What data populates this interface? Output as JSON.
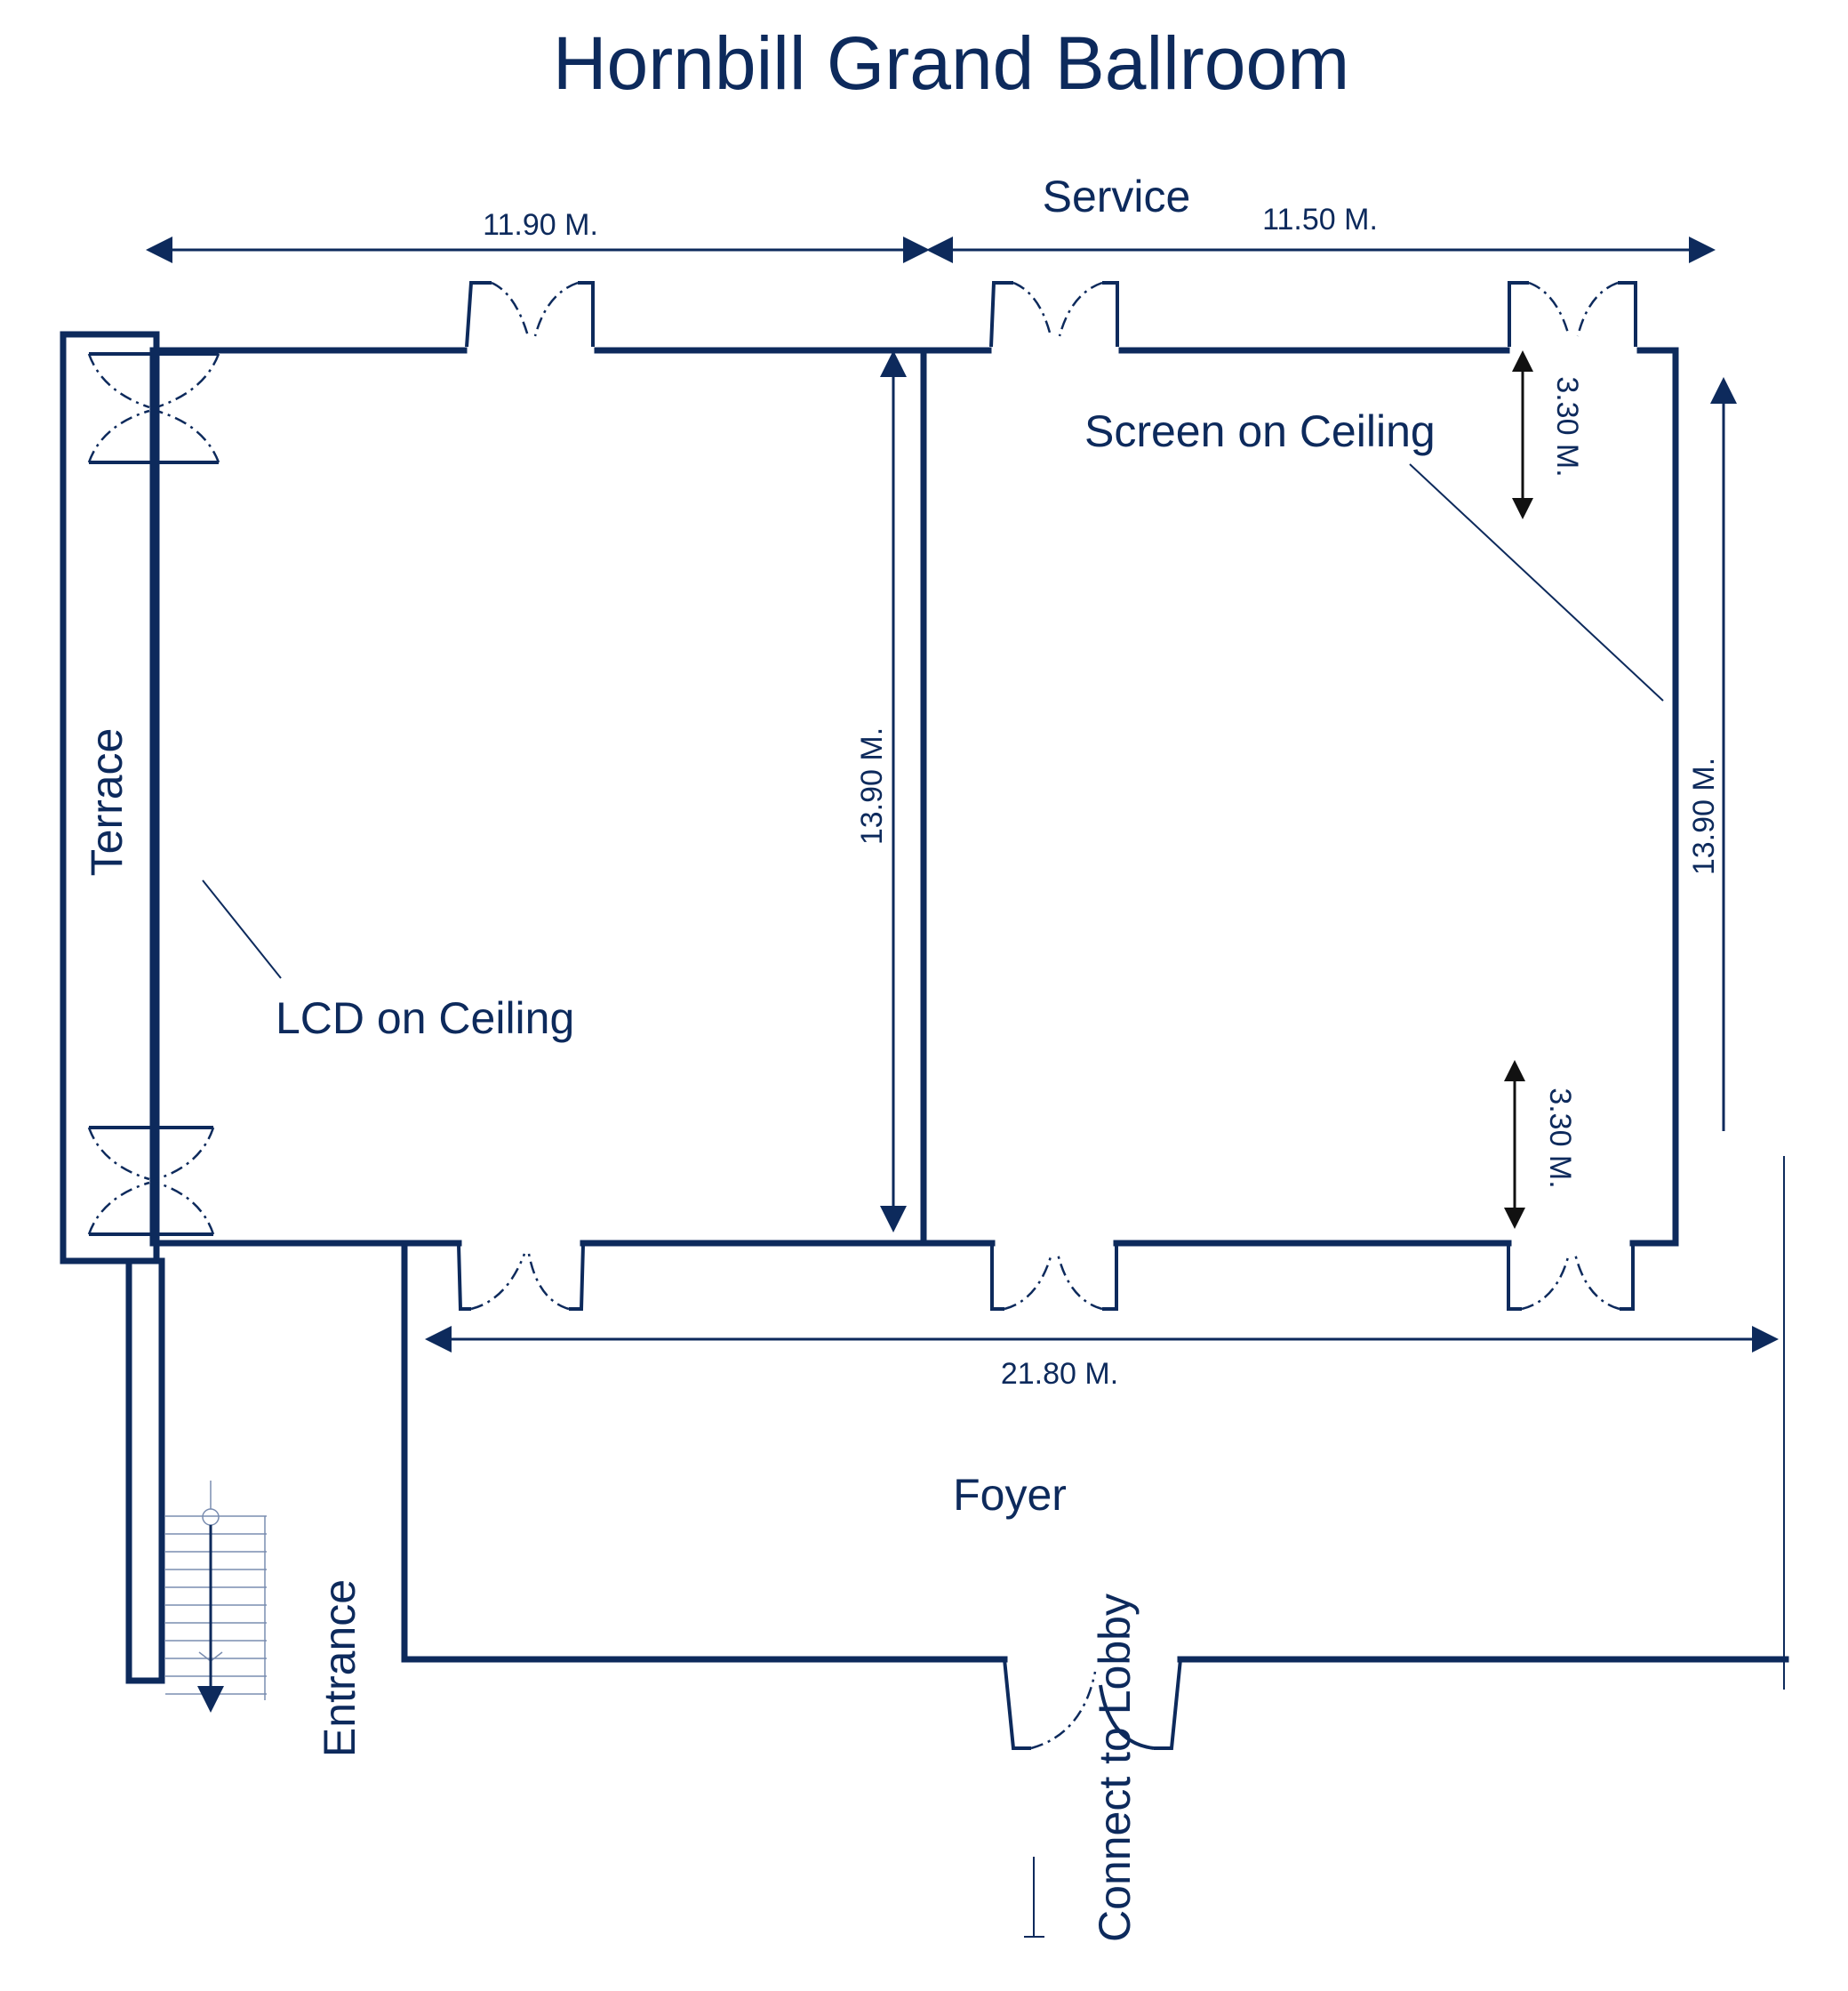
{
  "title": "Hornbill Grand Ballroom",
  "labels": {
    "service": "Service",
    "terrace": "Terrace",
    "lcd": "LCD on Ceiling",
    "screen": "Screen on Ceiling",
    "foyer": "Foyer",
    "entrance": "Entrance",
    "lobby": "Connect to Lobby"
  },
  "dimensions": {
    "top_left_width": "11.90 M.",
    "top_right_width": "11.50 M.",
    "left_room_depth": "13.90 M.",
    "right_room_depth": "13.90 M.",
    "screen_offset_top": "3.30 M.",
    "screen_offset_bottom": "3.30 M.",
    "foyer_width": "21.80 M."
  },
  "colors": {
    "primary": "#0d2a5c",
    "accent_arrows": "#111111"
  }
}
